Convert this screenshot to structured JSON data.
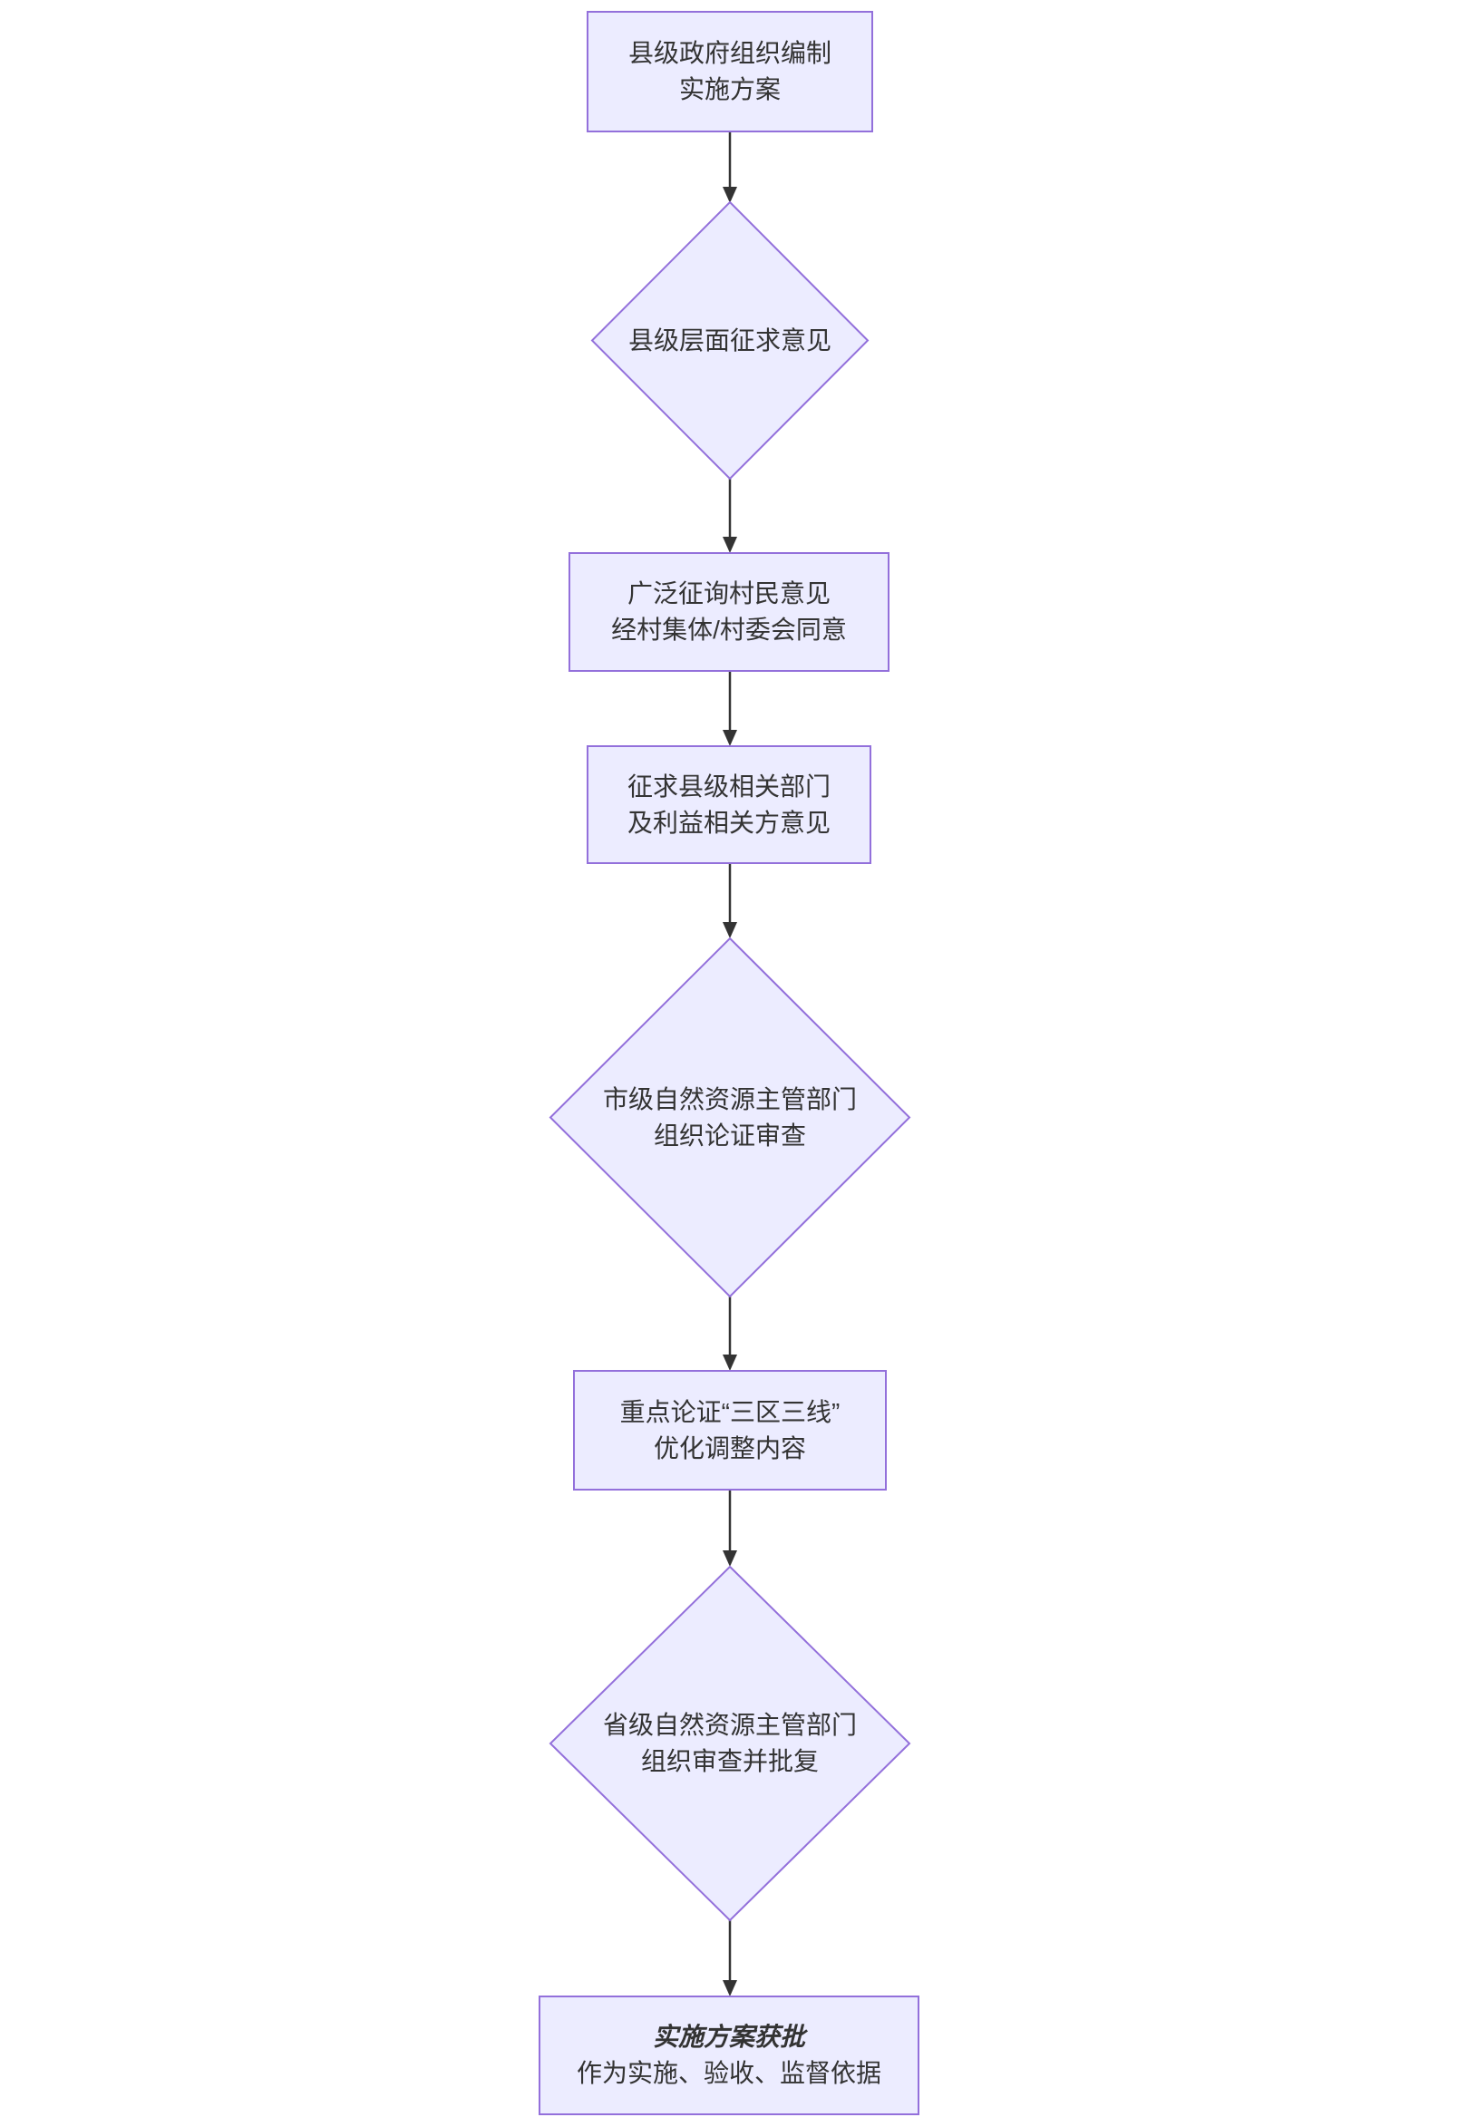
{
  "diagram": {
    "type": "flowchart",
    "direction": "top-down",
    "colors": {
      "background": "#ffffff",
      "node_fill": "#ECECFF",
      "node_border": "#9370DB",
      "text": "#333333",
      "edge": "#333333"
    },
    "nodes": [
      {
        "id": "A",
        "shape": "rect",
        "lines": [
          "县级政府组织编制",
          "实施方案"
        ]
      },
      {
        "id": "B",
        "shape": "diamond",
        "lines": [
          "县级层面征求意见"
        ]
      },
      {
        "id": "C",
        "shape": "rect",
        "lines": [
          "广泛征询村民意见",
          "经村集体/村委会同意"
        ]
      },
      {
        "id": "D",
        "shape": "rect",
        "lines": [
          "征求县级相关部门",
          "及利益相关方意见"
        ]
      },
      {
        "id": "E",
        "shape": "diamond",
        "lines": [
          "市级自然资源主管部门",
          "组织论证审查"
        ]
      },
      {
        "id": "F",
        "shape": "rect",
        "lines": [
          "重点论证“三区三线”",
          "优化调整内容"
        ]
      },
      {
        "id": "G",
        "shape": "diamond",
        "lines": [
          "省级自然资源主管部门",
          "组织审查并批复"
        ]
      },
      {
        "id": "H",
        "shape": "rect",
        "lines": [
          "实施方案获批",
          "作为实施、验收、监督依据"
        ],
        "first_line_emphasis": true
      }
    ],
    "edges": [
      {
        "from": "A",
        "to": "B"
      },
      {
        "from": "B",
        "to": "C"
      },
      {
        "from": "C",
        "to": "D"
      },
      {
        "from": "D",
        "to": "E"
      },
      {
        "from": "E",
        "to": "F"
      },
      {
        "from": "F",
        "to": "G"
      },
      {
        "from": "G",
        "to": "H"
      }
    ]
  }
}
